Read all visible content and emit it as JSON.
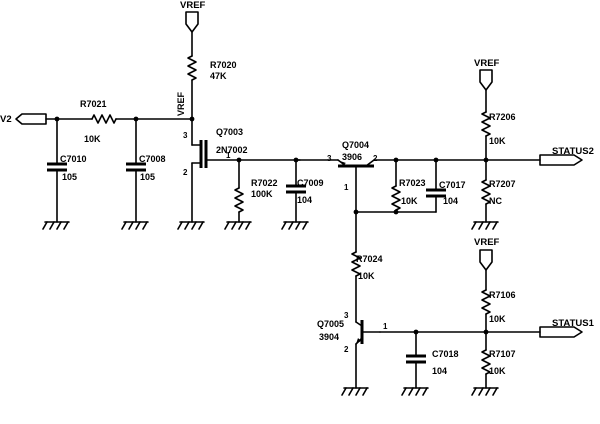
{
  "nets": {
    "vref_top": "VREF",
    "vref_right_top": "VREF",
    "vref_right_mid": "VREF",
    "vref_vertical": "VREF",
    "v2": "V2",
    "status2": "STATUS2",
    "status1": "STATUS1"
  },
  "components": {
    "r7020": {
      "ref": "R7020",
      "value": "47K"
    },
    "r7021": {
      "ref": "R7021",
      "value": "10K"
    },
    "c7010": {
      "ref": "C7010",
      "value": "105"
    },
    "c7008": {
      "ref": "C7008",
      "value": "105"
    },
    "q7003": {
      "ref": "Q7003",
      "value": "2N7002"
    },
    "r7022": {
      "ref": "R7022",
      "value": "100K"
    },
    "c7009": {
      "ref": "C7009",
      "value": "104"
    },
    "q7004": {
      "ref": "Q7004",
      "value": "3906"
    },
    "r7023": {
      "ref": "R7023",
      "value": "10K"
    },
    "c7017": {
      "ref": "C7017",
      "value": "104"
    },
    "r7206": {
      "ref": "R7206",
      "value": "10K"
    },
    "r7207": {
      "ref": "R7207",
      "value": "NC"
    },
    "r7024": {
      "ref": "R7024",
      "value": "10K"
    },
    "q7005": {
      "ref": "Q7005",
      "value": "3904"
    },
    "c7018": {
      "ref": "C7018",
      "value": "104"
    },
    "r7106": {
      "ref": "R7106",
      "value": "10K"
    },
    "r7107": {
      "ref": "R7107",
      "value": "10K"
    }
  },
  "pins": {
    "q7003_drain": "3",
    "q7003_gate": "1",
    "q7003_source": "2",
    "q7004_emitter": "2",
    "q7004_collector": "3",
    "q7004_base": "1",
    "q7005_collector": "3",
    "q7005_base": "1",
    "q7005_emitter": "2"
  }
}
